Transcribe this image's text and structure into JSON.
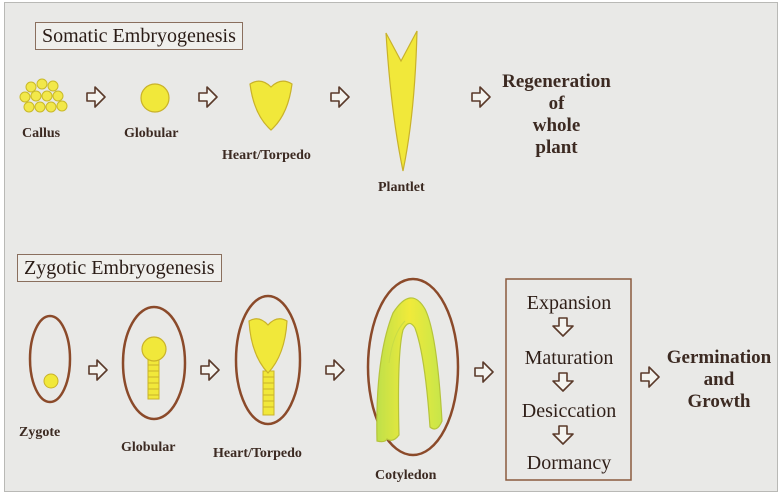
{
  "somatic": {
    "title": "Somatic Embryogenesis",
    "stages": [
      "Callus",
      "Globular",
      "Heart/Torpedo",
      "Plantlet"
    ],
    "result": [
      "Regeneration",
      "of",
      "whole",
      "plant"
    ]
  },
  "zygotic": {
    "title": "Zygotic Embryogenesis",
    "stages": [
      "Zygote",
      "Globular",
      "Heart/Torpedo",
      "Cotyledon"
    ],
    "process_steps": [
      "Expansion",
      "Maturation",
      "Desiccation",
      "Dormancy"
    ],
    "result": [
      "Germination",
      "and",
      "Growth"
    ]
  },
  "colors": {
    "background": "#e9e9e7",
    "embryo_fill": "#f1ea3a",
    "outline": "#8b4a2a",
    "text": "#3c2a22"
  }
}
